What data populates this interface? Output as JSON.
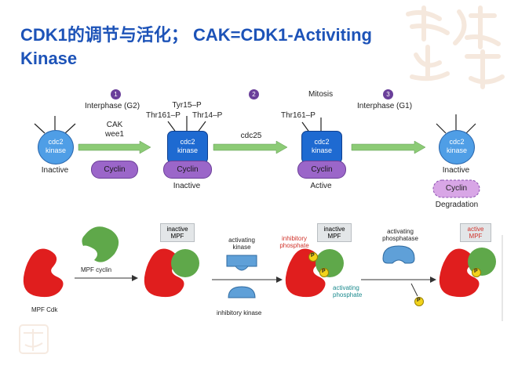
{
  "title": {
    "line1": "CDK1的调节与活化；  CAK=CDK1-Activiting",
    "line2": "Kinase"
  },
  "top_diagram": {
    "steps": [
      {
        "number": "1",
        "phase": "Interphase (G2)"
      },
      {
        "number": "2",
        "phase": ""
      },
      {
        "number": "3",
        "phase": "Interphase (G1)"
      }
    ],
    "mitosis_label": "Mitosis",
    "kinase_label": "cdc2\nkinase",
    "kinase_line1": "cdc2",
    "kinase_line2": "kinase",
    "cyclin_label": "Cyclin",
    "stage1_state": "Inactive",
    "arrow1_enzymes_line1": "CAK",
    "arrow1_enzymes_line2": "wee1",
    "stage2_sites": {
      "tyr": "Tyr15–P",
      "thr161": "Thr161–P",
      "thr14": "Thr14–P"
    },
    "stage2_state": "Inactive",
    "arrow2_enzyme": "cdc25",
    "stage3_site": "Thr161–P",
    "stage3_state": "Active",
    "stage4_state": "Inactive",
    "degradation_label": "Degradation"
  },
  "bottom_diagram": {
    "mpf_cyclin_label": "MPF cyclin",
    "mpf_cdk_label": "MPF Cdk",
    "inactive_mpf_1": "inactive\nMPF",
    "inactive_mpf_1_line1": "inactive",
    "inactive_mpf_1_line2": "MPF",
    "activating_kinase_line1": "activating",
    "activating_kinase_line2": "kinase",
    "inhibitory_kinase": "inhibitory kinase",
    "inhibitory_phosphate_line1": "inhibitory",
    "inhibitory_phosphate_line2": "phosphate",
    "inactive_mpf_2_line1": "inactive",
    "inactive_mpf_2_line2": "MPF",
    "activating_phosphate_line1": "activating",
    "activating_phosphate_line2": "phosphate",
    "activating_phosphatase_line1": "activating",
    "activating_phosphatase_line2": "phosphatase",
    "active_mpf_line1": "active",
    "active_mpf_line2": "MPF",
    "phosphate_symbol": "P"
  },
  "colors": {
    "title": "#1d53b8",
    "kinase": "#1e6ad1",
    "cyclin": "#9b66c9",
    "arrow": "#7fbf6a",
    "cdk_red": "#e01e1e",
    "cyclin_green": "#5fa84a",
    "phosphate_yellow": "#f2d31b"
  }
}
